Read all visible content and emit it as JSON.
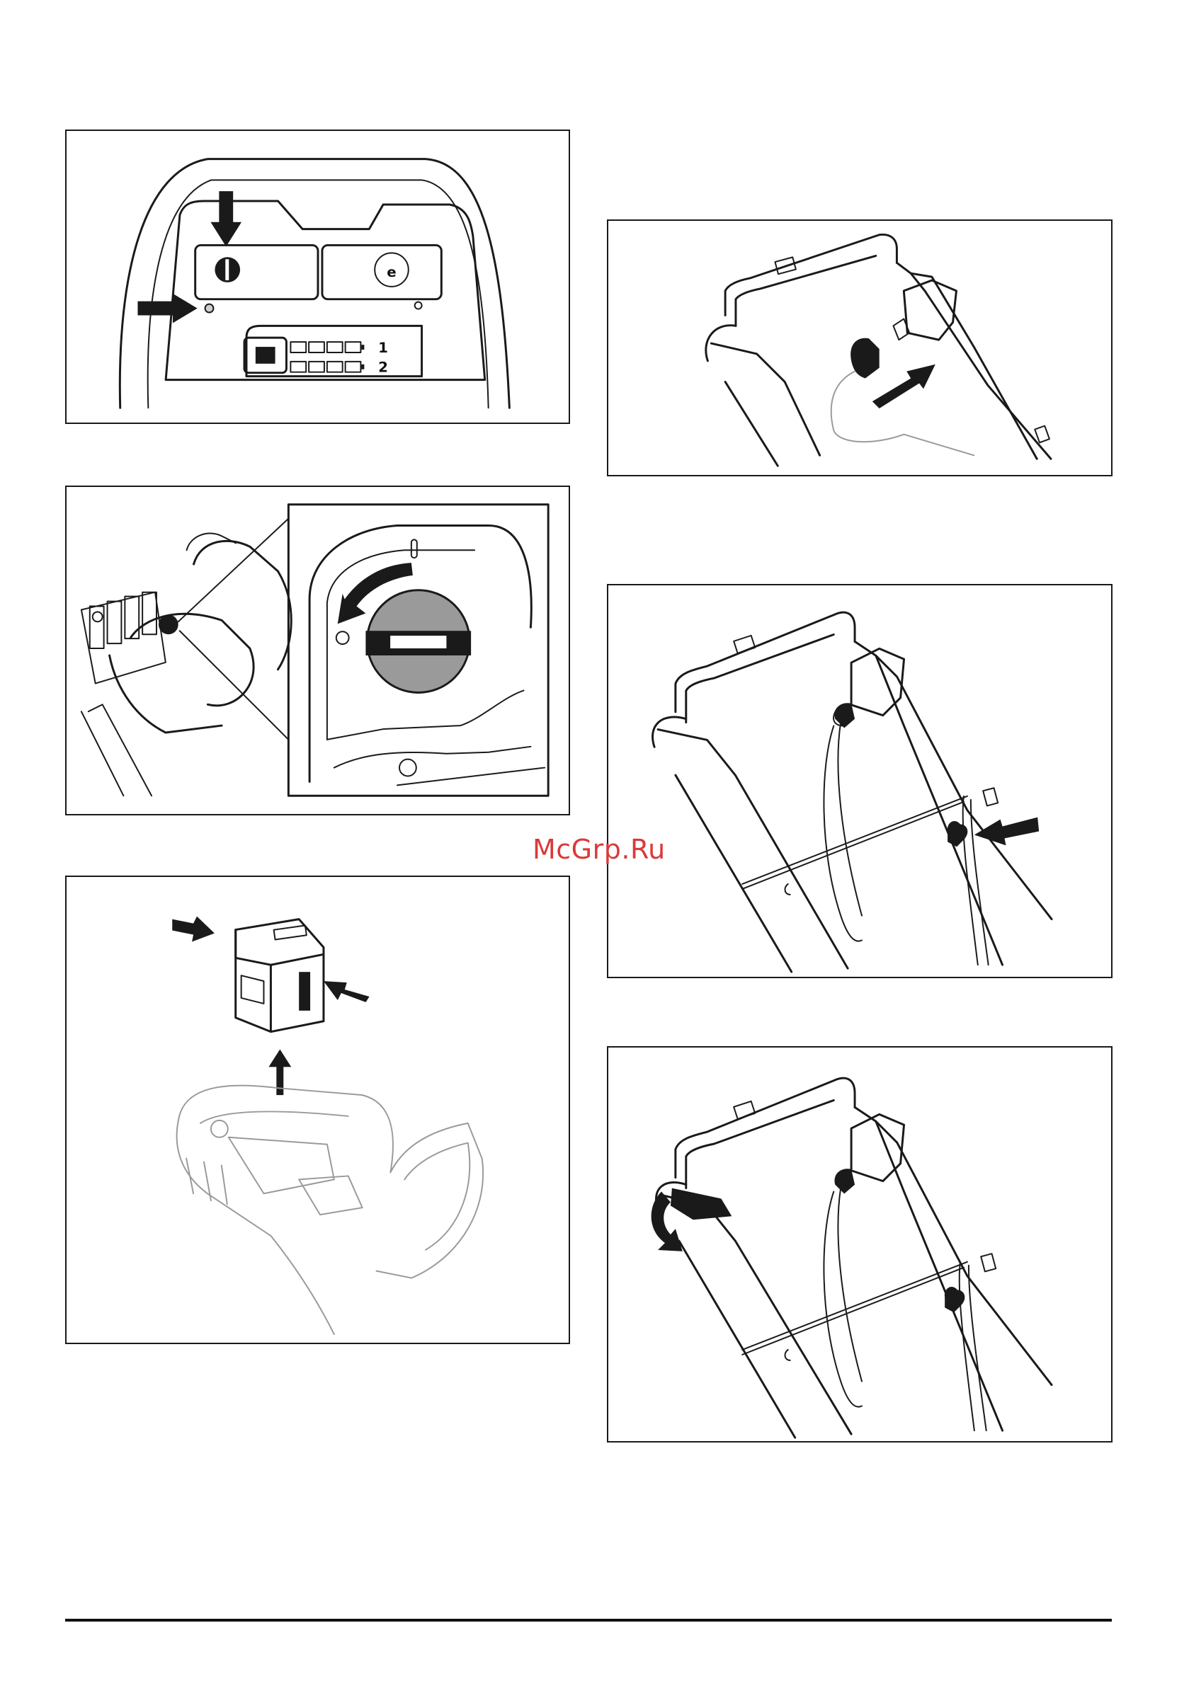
{
  "watermark": "McGrp.Ru",
  "figures": {
    "control_panel": {
      "indicator_labels": [
        "1",
        "2"
      ],
      "eco_symbol": "e"
    },
    "key_switch_detail": {},
    "battery_removal": {},
    "cable_plug_connection": {},
    "cable_clip_routing": {},
    "handle_lever_fold": {}
  },
  "icons": {
    "push_arrow": "arrow-icon",
    "motion_arrow": "curved-arrow-icon"
  },
  "colors": {
    "line": "#1a1a1a",
    "shade": "#9a9a9a",
    "watermark": "#d93a3a"
  }
}
